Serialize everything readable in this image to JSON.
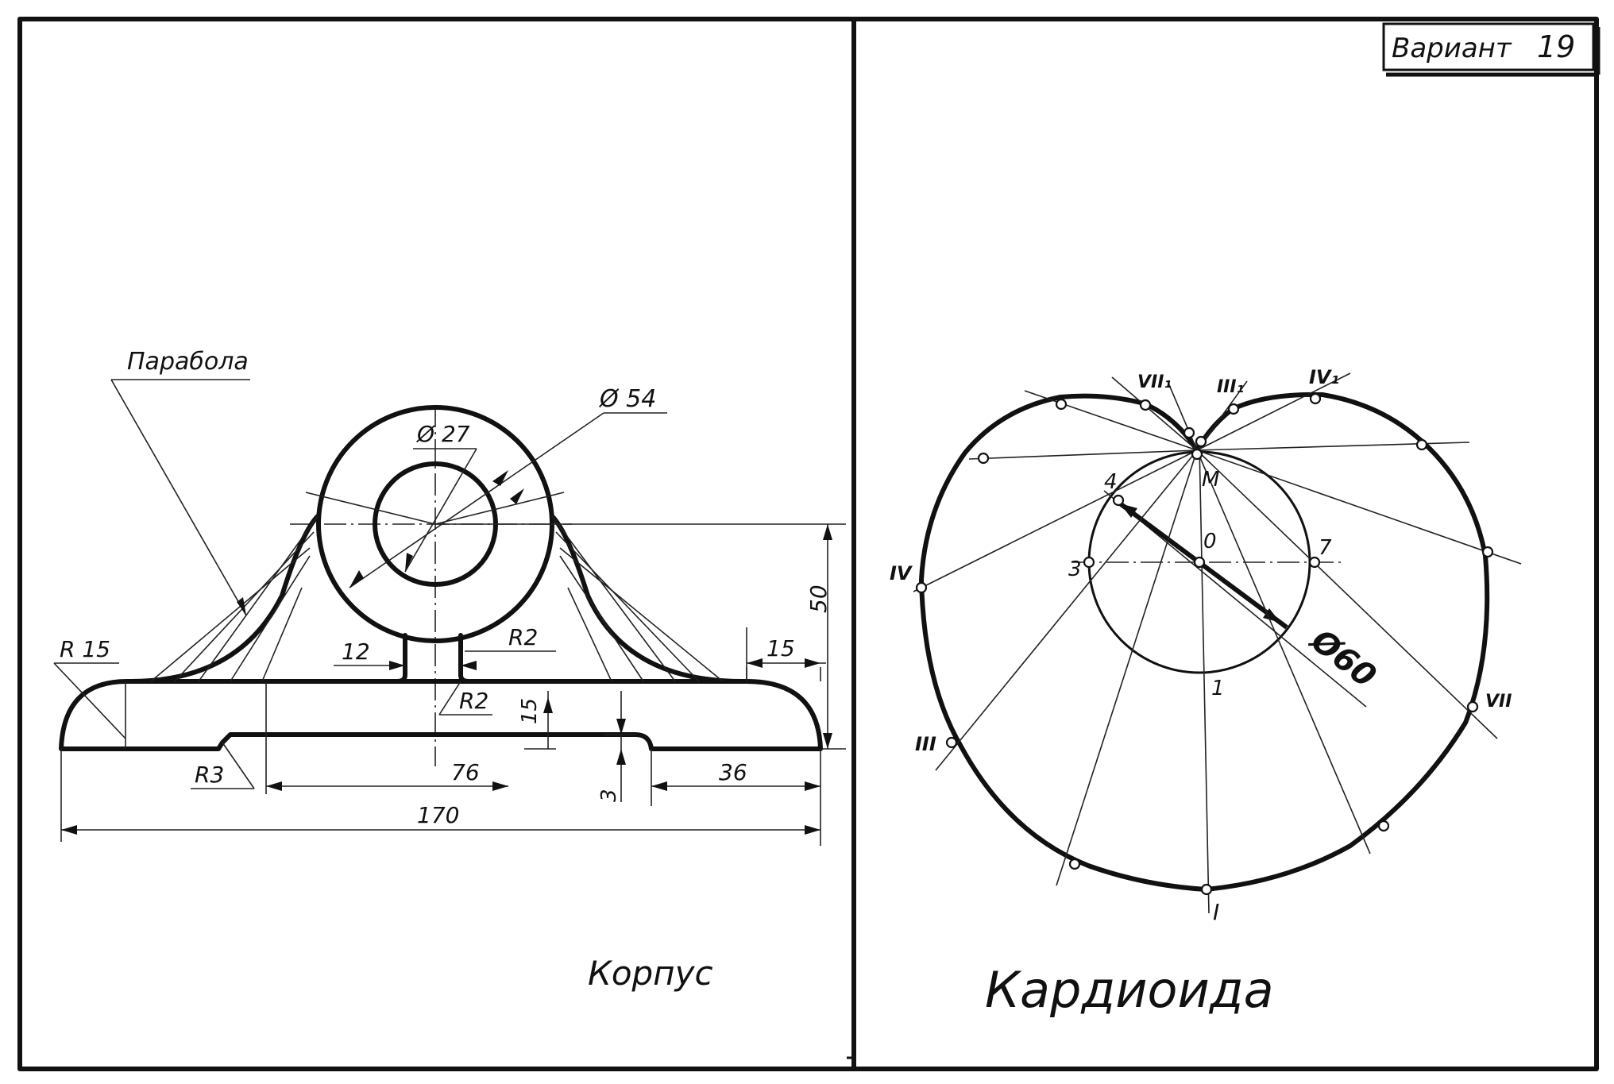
{
  "variant": {
    "label": "Вариант",
    "number": "19"
  },
  "left": {
    "title": "Корпус",
    "parabola_label": "Парабола",
    "dims": {
      "d54": "Ø 54",
      "d27": "Ø 27",
      "d50": "50",
      "d15_right": "15",
      "d15_vert": "15",
      "r15": "R 15",
      "d12": "12",
      "r2_right": "R2",
      "r2_bottom": "R2",
      "r3": "R3",
      "d76": "76",
      "d36": "36",
      "d3": "3",
      "d170": "170"
    }
  },
  "right": {
    "title": "Кардиоида",
    "diameter": "Ø60",
    "points": {
      "M": "M",
      "O": "0",
      "p1": "1",
      "p3": "3",
      "p4": "4",
      "p7": "7",
      "I": "I",
      "III": "III",
      "IV": "IV",
      "VII": "VII",
      "IV1": "IV₁",
      "VII1": "VII₁",
      "III1": "III₁"
    }
  }
}
